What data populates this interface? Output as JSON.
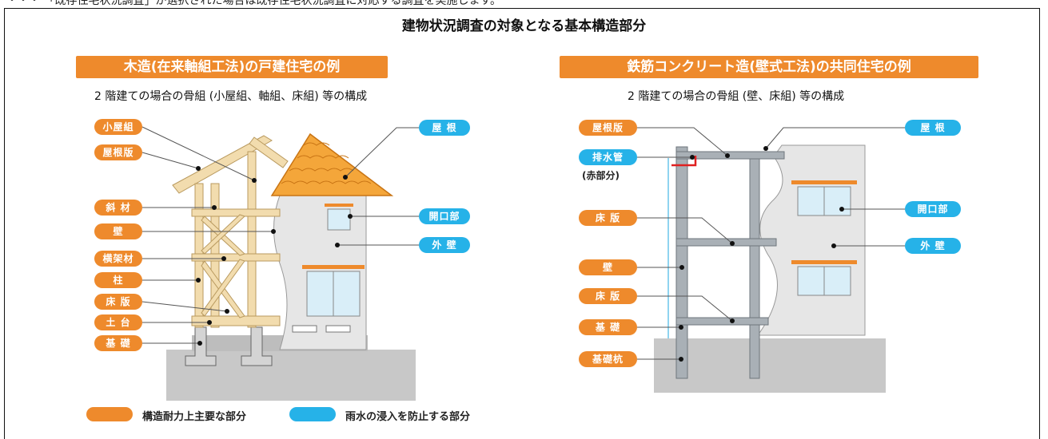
{
  "header_text": "・・・ 「既存住宅状況調査」が選択された場合は既存住宅状況調査に対応する調査を実施します。",
  "main_title": "建物状況調査の対象となる基本構造部分",
  "left": {
    "title": "木造(在来軸組工法)の戸建住宅の例",
    "subtitle": "2 階建ての場合の骨組 (小屋組、軸組、床組) 等の構成",
    "labels_orange": [
      "小屋組",
      "屋根版",
      "斜 材",
      "壁",
      "横架材",
      "柱",
      "床 版",
      "土 台",
      "基 礎"
    ],
    "labels_blue": [
      "屋 根",
      "開口部",
      "外 壁"
    ]
  },
  "right": {
    "title": "鉄筋コンクリート造(壁式工法)の共同住宅の例",
    "subtitle": "2 階建ての場合の骨組 (壁、床組) 等の構成",
    "labels_orange": [
      "屋根版",
      "床 版",
      "壁",
      "床 版",
      "基 礎",
      "基礎杭"
    ],
    "labels_blue": [
      "排水管",
      "屋 根",
      "開口部",
      "外 壁"
    ],
    "note": "(赤部分)"
  },
  "legend": {
    "orange_label": "構造耐力上主要な部分",
    "blue_label": "雨水の浸入を防止する部分"
  },
  "colors": {
    "orange": "#ee8a2c",
    "blue": "#26b2e8",
    "wood": "#f2dcae",
    "roof": "#f4a63a",
    "wall": "#e6e6e6",
    "ground": "#c8c8c8"
  }
}
